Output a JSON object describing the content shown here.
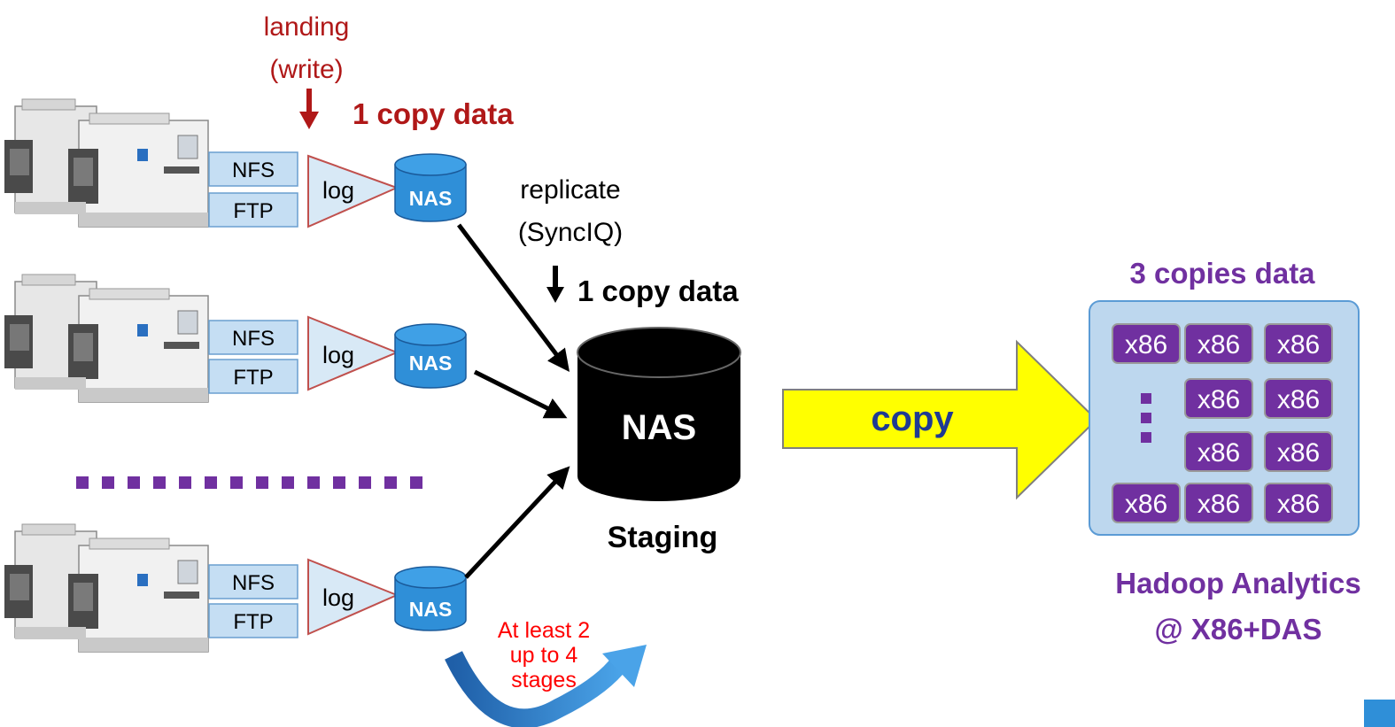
{
  "top": {
    "landing_line1": "landing",
    "landing_line2": "(write)",
    "copy_label": "1 copy data"
  },
  "sources": [
    {
      "protocol1": "NFS",
      "protocol2": "FTP",
      "log_label": "log",
      "nas_label": "NAS"
    },
    {
      "protocol1": "NFS",
      "protocol2": "FTP",
      "log_label": "log",
      "nas_label": "NAS"
    },
    {
      "protocol1": "NFS",
      "protocol2": "FTP",
      "log_label": "log",
      "nas_label": "NAS"
    }
  ],
  "replicate": {
    "line1": "replicate",
    "line2": "(SyncIQ)",
    "copy_label": "1 copy data"
  },
  "staging": {
    "nas_label": "NAS",
    "caption": "Staging"
  },
  "stages_note": {
    "line1": "At least 2",
    "line2": "up to 4",
    "line3": "stages"
  },
  "copy_arrow": {
    "label": "copy"
  },
  "hadoop": {
    "title": "3 copies data",
    "node_label": "x86",
    "ellipsis": "⋮",
    "caption_line1": "Hadoop Analytics",
    "caption_line2": "@ X86+DAS"
  },
  "colors": {
    "dark_red": "#b01818",
    "purple": "#7030a0",
    "nas_blue": "#2f8fd8",
    "protocol_fill": "#c5def3",
    "log_fill": "#d8e9f6",
    "yellow": "#ffff00",
    "hadoop_box": "#bdd7ee"
  }
}
